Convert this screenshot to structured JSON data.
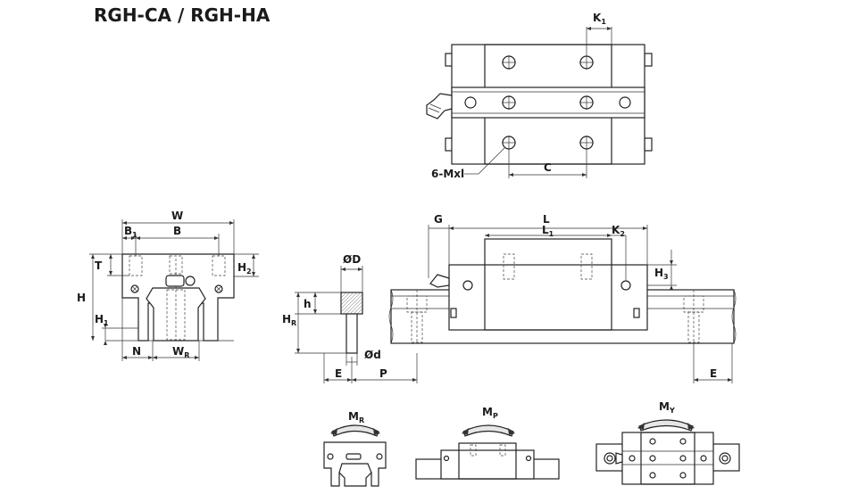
{
  "title": "RGH-CA / RGH-HA",
  "top_view": {
    "k1": {
      "main": "K",
      "sub": "1"
    },
    "c": "C",
    "screw": "6-Mxl"
  },
  "front_view": {
    "w": "W",
    "b1": {
      "main": "B",
      "sub": "1"
    },
    "b": "B",
    "t": "T",
    "h": "H",
    "h1": {
      "main": "H",
      "sub": "1"
    },
    "h2": {
      "main": "H",
      "sub": "2"
    },
    "n": "N",
    "wr": {
      "main": "W",
      "sub": "R"
    }
  },
  "rail_detail": {
    "od_big": "ØD",
    "od_small": "Ød",
    "h": "h",
    "hr": {
      "main": "H",
      "sub": "R"
    },
    "e": "E",
    "p": "P"
  },
  "side_view": {
    "g": "G",
    "l": "L",
    "l1": {
      "main": "L",
      "sub": "1"
    },
    "k2": {
      "main": "K",
      "sub": "2"
    },
    "h3": {
      "main": "H",
      "sub": "3"
    },
    "e": "E"
  },
  "moments": {
    "mr": {
      "main": "M",
      "sub": "R"
    },
    "mp": {
      "main": "M",
      "sub": "P"
    },
    "my": {
      "main": "M",
      "sub": "Y"
    }
  }
}
